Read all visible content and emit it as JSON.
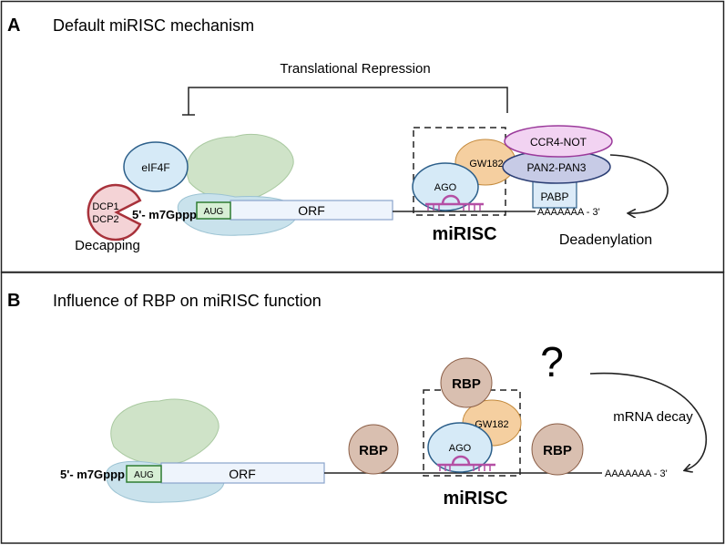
{
  "panelA": {
    "letter": "A",
    "title": "Default miRISC mechanism",
    "repression_label": "Translational Repression",
    "eif4f": "eIF4F",
    "dcp_line1": "DCP1",
    "dcp_line2": "DCP2",
    "decapping": "Decapping",
    "cap": "5'- m7Gppp",
    "aug": "AUG",
    "orf": "ORF",
    "ago": "AGO",
    "gw182": "GW182",
    "ccr4_not": "CCR4-NOT",
    "pan2_pan3": "PAN2-PAN3",
    "pabp": "PABP",
    "polya": "AAAAAAA - 3'",
    "mirisc": "miRISC",
    "deadenylation": "Deadenylation"
  },
  "panelB": {
    "letter": "B",
    "title": "Influence of RBP on miRISC function",
    "question": "?",
    "rbp_top": "RBP",
    "rbp_left": "RBP",
    "rbp_right": "RBP",
    "gw182": "GW182",
    "ago": "AGO",
    "cap": "5'- m7Gppp",
    "aug": "AUG",
    "orf": "ORF",
    "polya": "AAAAAAA - 3'",
    "mirisc": "miRISC",
    "decay": "mRNA decay"
  },
  "colors": {
    "ribosome_large": "#cfe3c8",
    "ribosome_small": "#c9e2ec",
    "eif4f": "#d6eaf7",
    "dcp": "#f4d3d6",
    "dcp_border": "#a8323b",
    "gw182": "#f5cfa0",
    "ccr4": "#f2d3f2",
    "pan": "#c7cbe6",
    "pabp": "#dcebf8",
    "rbp": "#d9bfb0",
    "mirna": "#b44fa4",
    "aug_fill": "#d7efd5",
    "aug_border": "#2f7d32",
    "orf_fill": "#eef4fc",
    "orf_border": "#8aa4cc"
  }
}
